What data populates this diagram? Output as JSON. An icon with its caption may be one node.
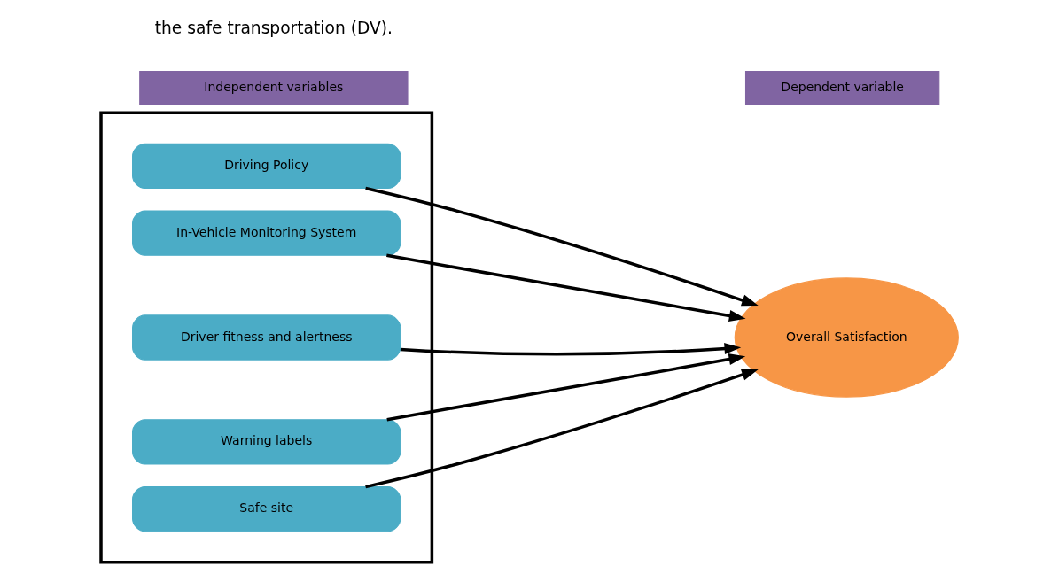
{
  "diagram": {
    "nodes": [
      {
        "text": [
          "Independent variables"
        ]
      },
      {
        "text": [
          "Dependent variable"
        ]
      },
      {
        "text": [],
        "shape": "box"
      },
      {
        "text": [
          "Driving Policy"
        ],
        "in": 2
      },
      {
        "text": [
          "In-Vehicle Monitoring System"
        ],
        "in": 2
      },
      {
        "text": [
          "Driver fitness and alertness"
        ],
        "in": 2
      },
      {
        "text": [
          "Warning labels"
        ],
        "in": 2
      },
      {
        "text": [
          "Safe site"
        ],
        "in": 2
      },
      {
        "text": [
          "Overall Satisfaction"
        ]
      }
    ],
    "edges": [
      {
        "from": 3,
        "to": 8,
        "arrow": "to"
      },
      {
        "from": 4,
        "to": 8,
        "arrow": "to"
      },
      {
        "from": 5,
        "to": 8,
        "arrow": "to"
      },
      {
        "from": 6,
        "to": 8,
        "arrow": "to"
      },
      {
        "from": 7,
        "to": 8,
        "arrow": "to"
      }
    ],
    "labels": [
      "the safe transportation (DV)."
    ]
  }
}
